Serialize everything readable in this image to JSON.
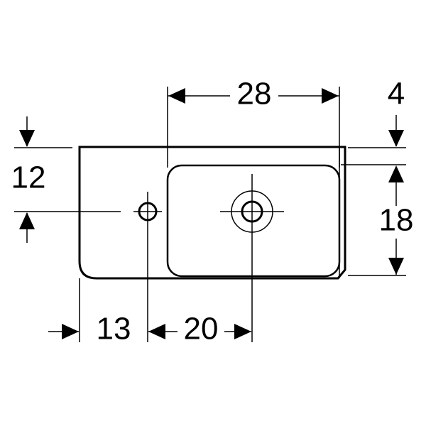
{
  "dimensions": {
    "top_width": "28",
    "top_right": "4",
    "left_height": "12",
    "right_height": "18",
    "bottom_left": "13",
    "bottom_middle": "20"
  }
}
